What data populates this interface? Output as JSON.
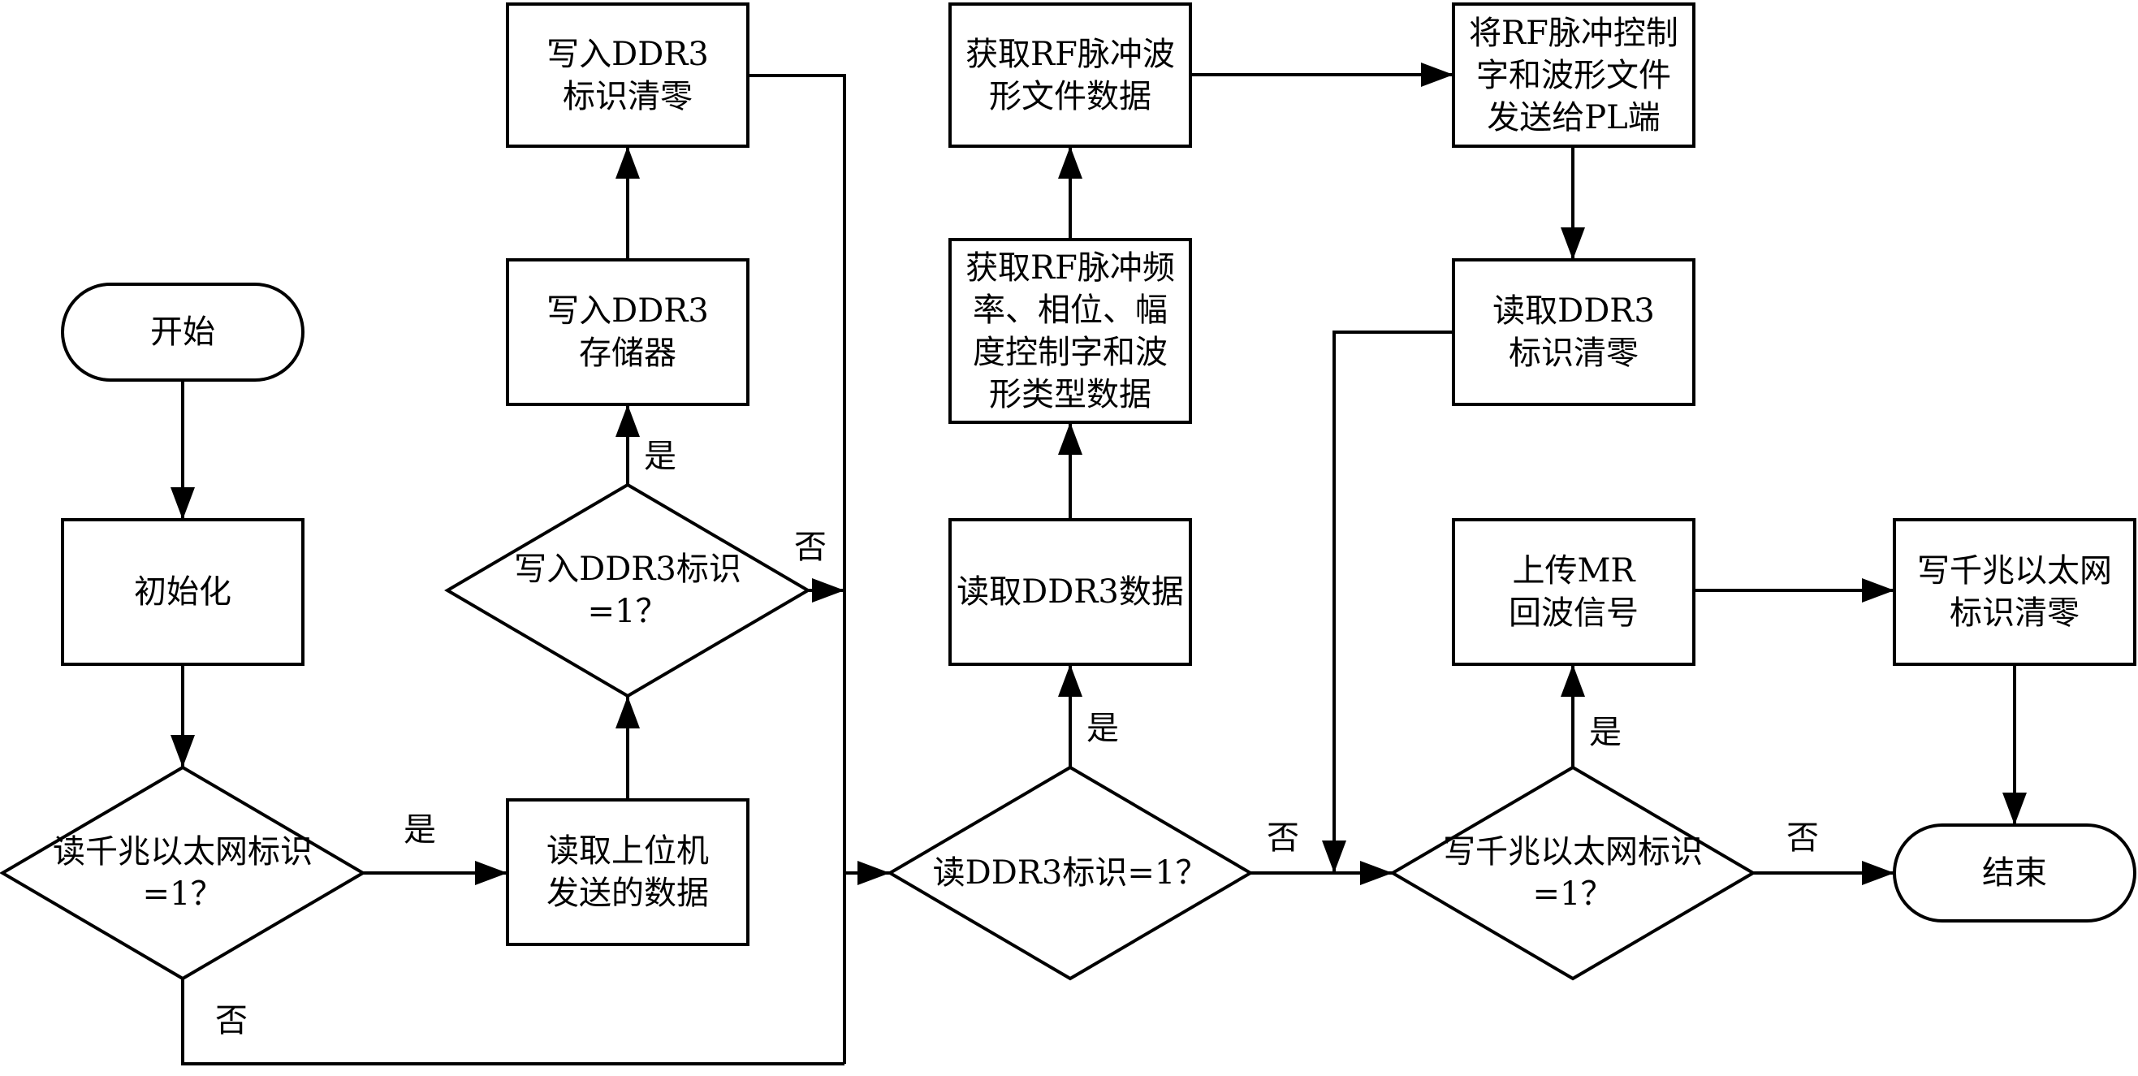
{
  "nodes": {
    "start": "开始",
    "init": "初始化",
    "read_eth_flag": "读千兆以太网标识\n=1？",
    "read_host_data": "读取上位机\n发送的数据",
    "write_ddr3_flag_check": "写入DDR3标识\n=1？",
    "write_ddr3_memory": "写入DDR3\n存储器",
    "clear_write_ddr3_flag": "写入DDR3\n标识清零",
    "read_ddr3_flag": "读DDR3标识=1？",
    "read_ddr3_data": "读取DDR3数据",
    "get_rf_control_words": "获取RF脉冲频\n率、相位、幅\n度控制字和波\n形类型数据",
    "get_rf_waveform_file": "获取RF脉冲波\n形文件数据",
    "send_to_pl": "将RF脉冲控制\n字和波形文件\n发送给PL端",
    "clear_read_ddr3_flag": "读取DDR3\n标识清零",
    "write_eth_flag_check": "写千兆以太网标识\n=1？",
    "upload_mr_echo": "上传MR\n回波信号",
    "clear_write_eth_flag": "写千兆以太网\n标识清零",
    "end": "结束"
  },
  "edge_labels": {
    "eth_yes": "是",
    "eth_no": "否",
    "wddr3_yes": "是",
    "wddr3_no": "否",
    "rddr3_yes": "是",
    "rddr3_no": "否",
    "weth_yes": "是",
    "weth_no": "否"
  }
}
